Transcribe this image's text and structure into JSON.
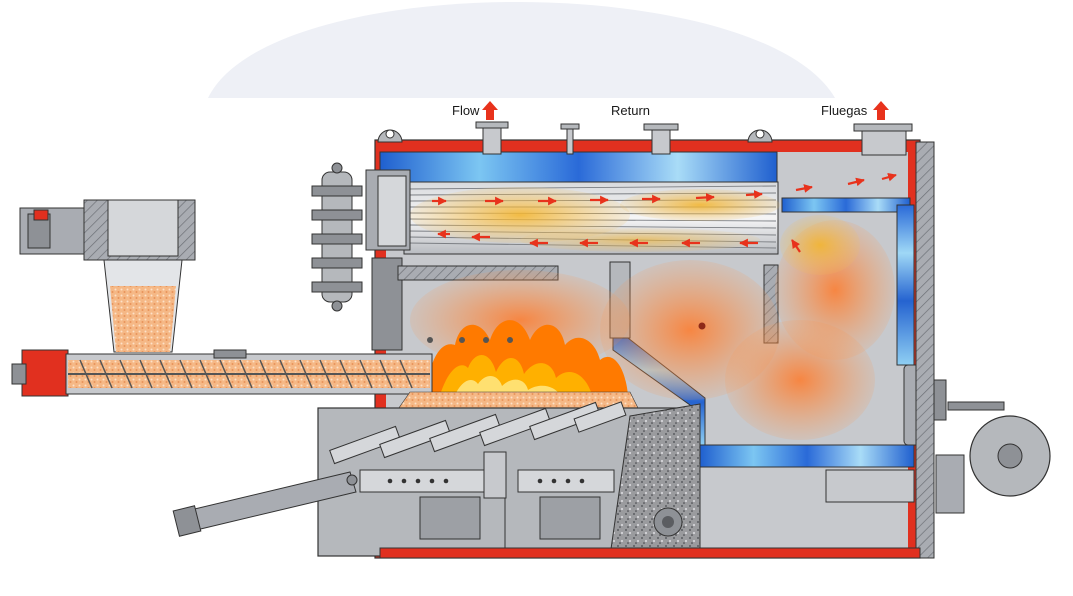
{
  "labels": {
    "flow": "Flow",
    "return": "Return",
    "fluegas": "Fluegas"
  },
  "colors": {
    "boiler_shell": "#e1301f",
    "steel": "#a9acb2",
    "steel_dark": "#74777d",
    "water": "#2f6fd6",
    "water_light": "#9cd4f5",
    "fuel": "#f2b27a",
    "fire": "#ff7a1a",
    "flame_core": "#ffb000",
    "flow_arrow": "#e8321c",
    "background_arc": "#eef0f6"
  },
  "icons": {
    "flow_arrow": "arrow-up-icon",
    "fluegas_arrow": "arrow-up-icon",
    "flue_gas_path": "arrow-right-icon",
    "return_path": "arrow-left-icon"
  }
}
